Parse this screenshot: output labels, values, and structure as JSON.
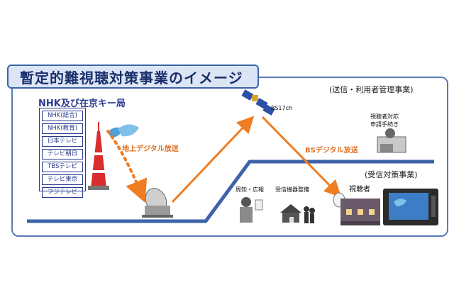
{
  "title": "暫定的難視聴対策事業のイメージ",
  "broadcasters": {
    "header": "NHK及び在京キー局",
    "stations": [
      "NHK(総合)",
      "NHK(教育)",
      "日本テレビ",
      "テレビ朝日",
      "TBSテレビ",
      "テレビ東京",
      "フジテレビ"
    ]
  },
  "labels": {
    "terrestrial": "地上デジタル放送",
    "satellite": "BS17ch",
    "bs_digital": "BSデジタル放送",
    "transmission_section": "(送信・利用者管理事業)",
    "viewer_support": "視聴者対応\n申請手続き",
    "reception_section": "(受信対策事業)",
    "viewer": "視聴者",
    "publicity": "周知・広報",
    "equipment": "受信機器整備"
  },
  "colors": {
    "line_blue": "#3d63a8",
    "arrow_orange": "#ef7d22",
    "title_bg": "#dbe5f5",
    "station_blue": "#2a3b8f"
  }
}
